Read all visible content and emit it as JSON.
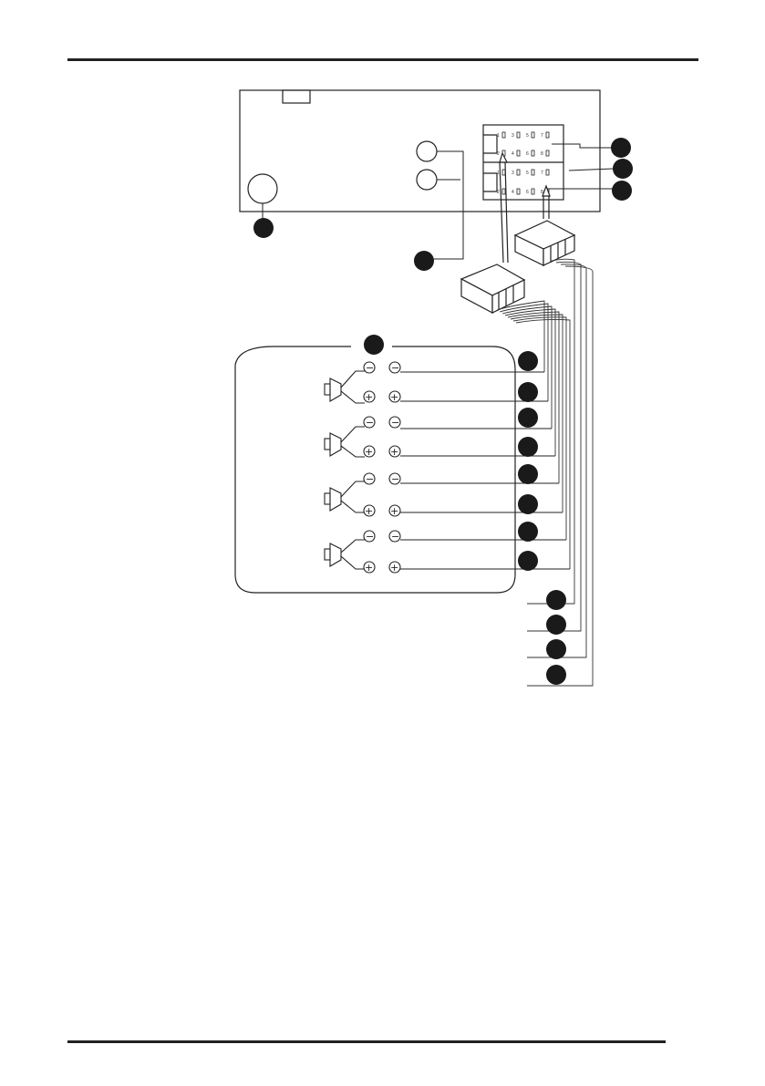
{
  "diagram": {
    "connector_a_pins": [
      "1",
      "3",
      "5",
      "7",
      "2",
      "4",
      "6",
      "8"
    ],
    "connector_b_pins": [
      "1",
      "3",
      "5",
      "7",
      "2",
      "4",
      "6",
      "8"
    ],
    "polarity_minus": "−",
    "polarity_plus": "+",
    "speakers": 4,
    "wire_callouts": 12,
    "colors": {
      "line": "#222222",
      "badge": "#1a1a1a",
      "paper": "#ffffff"
    }
  }
}
